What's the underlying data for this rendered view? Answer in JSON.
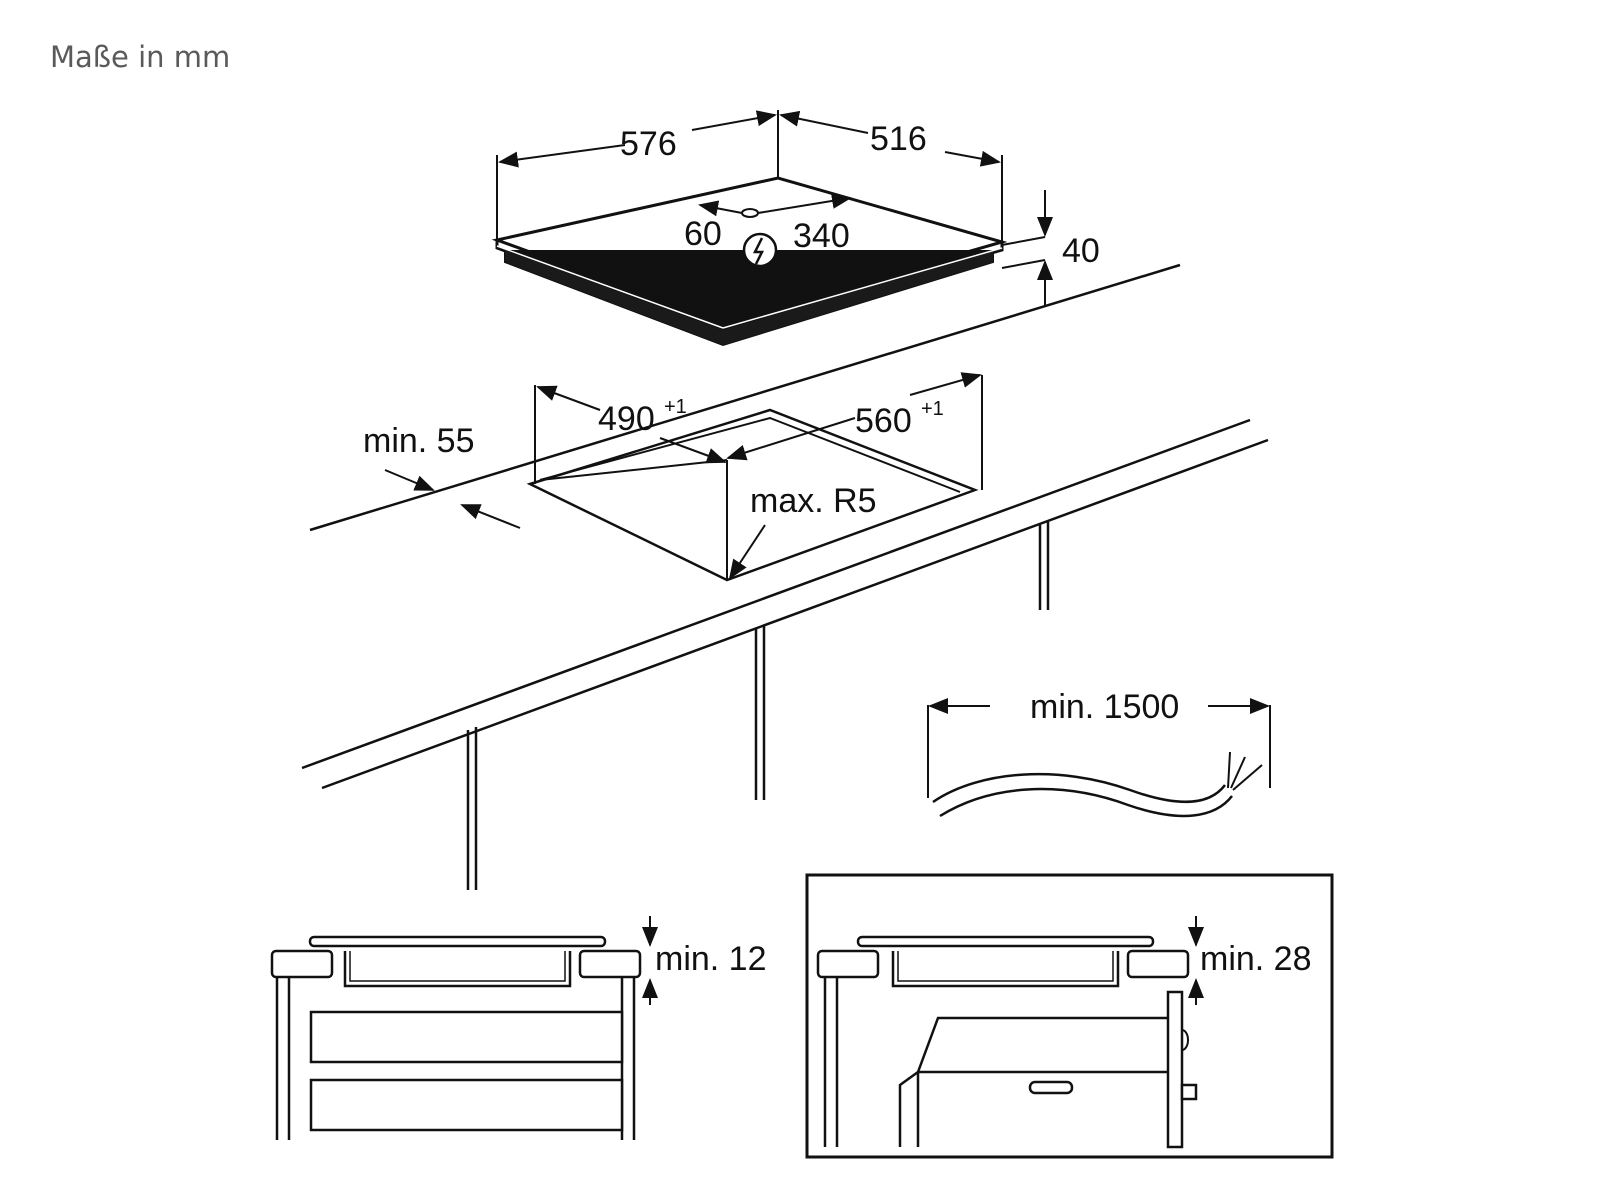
{
  "caption": "Maße in mm",
  "hob": {
    "width": "576",
    "depth": "516",
    "height": "40",
    "conn_left": "60",
    "conn_right": "340"
  },
  "cutout": {
    "width": "490",
    "width_tol": "+1",
    "depth": "560",
    "depth_tol": "+1",
    "front_min": "min. 55",
    "radius": "max. R5"
  },
  "cable": {
    "length": "min. 1500"
  },
  "detail_drawers": {
    "clearance": "min. 12"
  },
  "detail_oven": {
    "clearance": "min. 28"
  },
  "icons": [
    "electric-connection-icon"
  ]
}
